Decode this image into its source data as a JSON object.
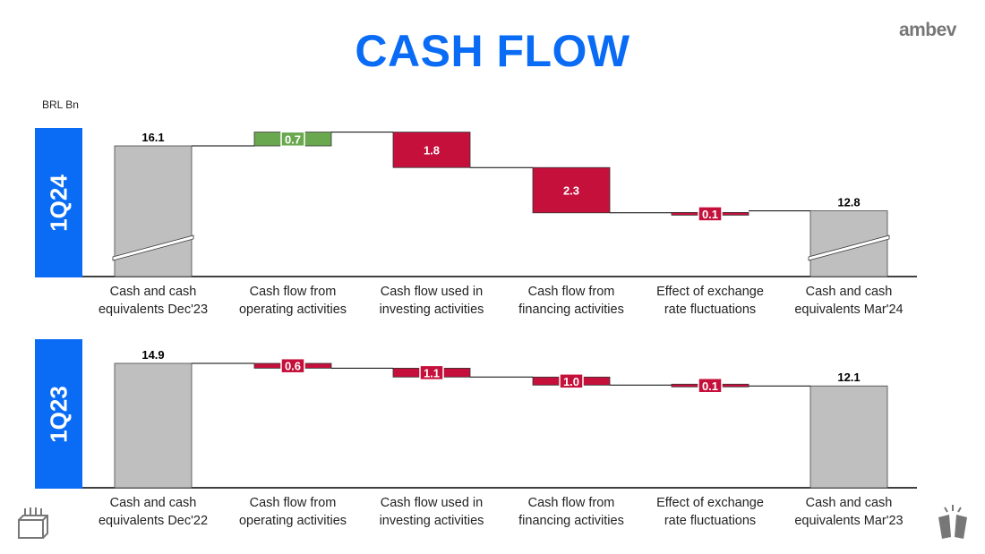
{
  "title": "CASH FLOW",
  "logo": "ambev",
  "unit": "BRL Bn",
  "colors": {
    "accent": "#0a6cf5",
    "positive": "#6aa84f",
    "negative": "#c4103b",
    "total": "#bfbfbf"
  },
  "chart_data": [
    {
      "type": "waterfall",
      "period": "1Q24",
      "categories": [
        "Cash and cash|equivalents Dec'23",
        "Cash flow from|operating activities",
        "Cash flow used in|investing activities",
        "Cash flow from|financing activities",
        "Effect of exchange|rate fluctuations",
        "Cash and cash|equivalents Mar'24"
      ],
      "kinds": [
        "total",
        "delta",
        "delta",
        "delta",
        "delta",
        "total"
      ],
      "values": [
        16.1,
        0.7,
        -1.8,
        -2.3,
        -0.1,
        12.8
      ],
      "labels": [
        "16.1",
        "0.7",
        "1.8",
        "2.3",
        "0.1",
        "12.8"
      ],
      "axis_break": true
    },
    {
      "type": "waterfall",
      "period": "1Q23",
      "categories": [
        "Cash and cash|equivalents Dec'22",
        "Cash flow from|operating activities",
        "Cash flow used in|investing activities",
        "Cash flow from|financing activities",
        "Effect of exchange|rate fluctuations",
        "Cash and cash|equivalents Mar'23"
      ],
      "kinds": [
        "total",
        "delta",
        "delta",
        "delta",
        "delta",
        "total"
      ],
      "values": [
        14.9,
        -0.6,
        -1.1,
        -1.0,
        -0.1,
        12.1
      ],
      "labels": [
        "14.9",
        "0.6",
        "1.1",
        "1.0",
        "0.1",
        "12.1"
      ],
      "axis_break": false
    }
  ],
  "icons": [
    "beer-crate-icon",
    "cheers-icon"
  ]
}
